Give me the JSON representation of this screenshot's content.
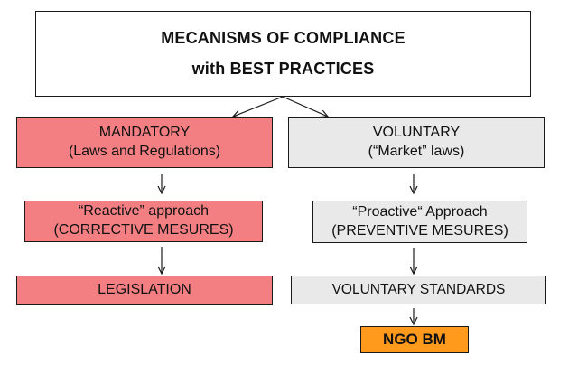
{
  "title": {
    "line1": "MECANISMS OF  COMPLIANCE",
    "line2": "with BEST PRACTICES"
  },
  "mandatory": {
    "line1": "MANDATORY",
    "line2": "(Laws and Regulations)"
  },
  "voluntary": {
    "line1": "VOLUNTARY",
    "line2": "(“Market” laws)"
  },
  "reactive": {
    "line1": "“Reactive” approach",
    "line2": "(CORRECTIVE MESURES)"
  },
  "proactive": {
    "line1": "“Proactive“ Approach",
    "line2": "(PREVENTIVE MESURES)"
  },
  "legislation": "LEGISLATION",
  "standards": "VOLUNTARY STANDARDS",
  "ngo": "NGO BM",
  "colors": {
    "mandatory_fill": "#f47f83",
    "voluntary_fill": "#e9e9e9",
    "ngo_fill": "#ff9a1d"
  }
}
